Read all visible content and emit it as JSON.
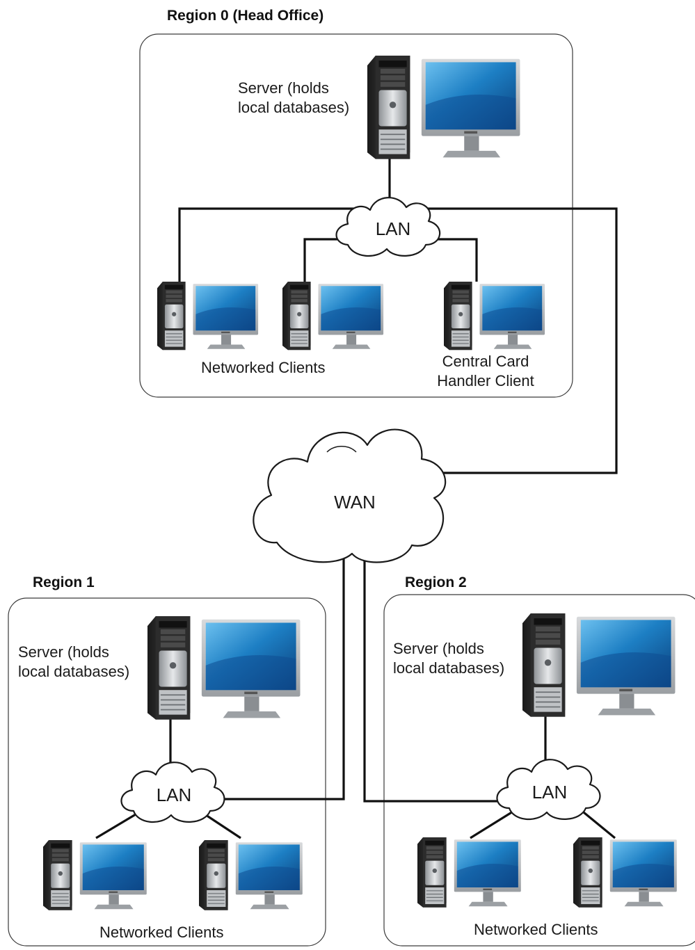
{
  "regions": [
    {
      "title": "Region 0 (Head Office)",
      "server_label_line1": "Server (holds",
      "server_label_line2": "local databases)",
      "lan_label": "LAN",
      "clients_label": "Networked Clients",
      "card_handler_line1": "Central Card",
      "card_handler_line2": "Handler Client"
    },
    {
      "title": "Region 1",
      "server_label_line1": "Server (holds",
      "server_label_line2": "local databases)",
      "lan_label": "LAN",
      "clients_label": "Networked Clients"
    },
    {
      "title": "Region 2",
      "server_label_line1": "Server (holds",
      "server_label_line2": "local databases)",
      "lan_label": "LAN",
      "clients_label": "Networked Clients"
    }
  ],
  "wan_label": "WAN",
  "icons": {
    "computer": "desktop-tower-with-monitor-icon",
    "network": "cloud-icon"
  },
  "colors": {
    "wire": "#111111",
    "region_border": "#3a3a3a",
    "screen": "#1c6fb3",
    "tower": "#2a2a2a"
  }
}
